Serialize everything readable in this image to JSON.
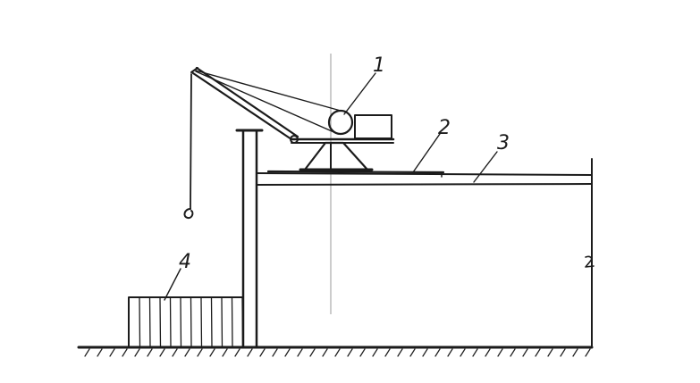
{
  "callouts": {
    "c1": "1",
    "c2": "2",
    "c3": "3",
    "c4": "4"
  },
  "colors": {
    "ink": "#1b1b1b",
    "axis_line": "#9a9a9a",
    "background": "#ffffff"
  }
}
